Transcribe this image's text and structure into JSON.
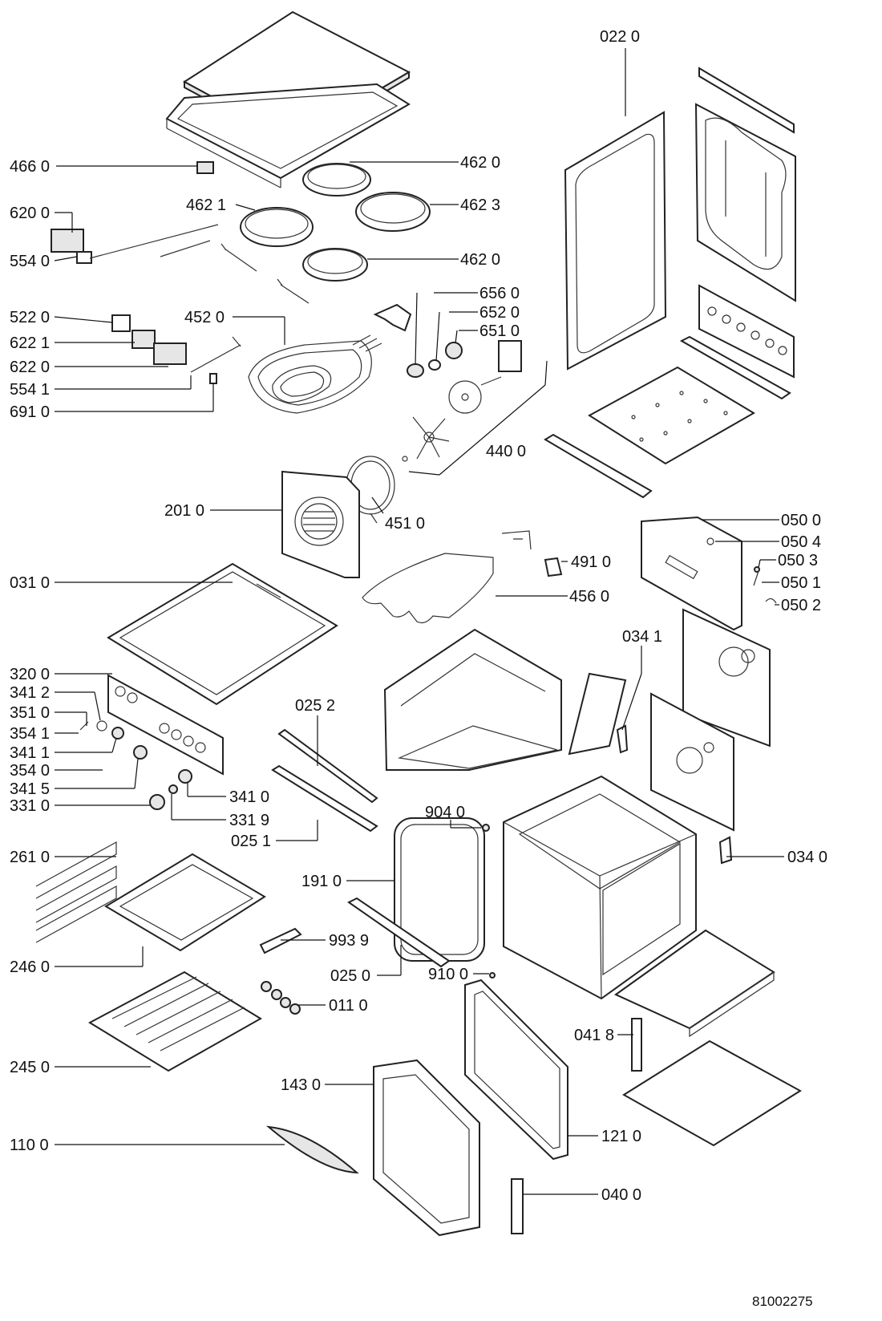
{
  "diagram_code": "81002275",
  "labels": {
    "l0220": "022 0",
    "l4660": "466 0",
    "l4620a": "462 0",
    "l4621": "462 1",
    "l4623": "462 3",
    "l6200": "620 0",
    "l5540": "554 0",
    "l4620b": "462 0",
    "l6560": "656 0",
    "l6520": "652 0",
    "l6510": "651 0",
    "l5220": "522 0",
    "l4520": "452 0",
    "l6221": "622 1",
    "l6220": "622 0",
    "l5541": "554 1",
    "l6910": "691 0",
    "l4400": "440 0",
    "l2010": "201 0",
    "l4510": "451 0",
    "l0500": "050 0",
    "l0504": "050 4",
    "l0503": "050 3",
    "l4910": "491 0",
    "l0310": "031 0",
    "l0501": "050 1",
    "l4560": "456 0",
    "l0502": "050 2",
    "l0341": "034 1",
    "l3200": "320 0",
    "l3412": "341 2",
    "l3510": "351 0",
    "l0252": "025 2",
    "l3541": "354 1",
    "l3411": "341 1",
    "l3540": "354 0",
    "l3415": "341 5",
    "l3410": "341 0",
    "l3310": "331 0",
    "l9040": "904 0",
    "l3319": "331 9",
    "l0251": "025 1",
    "l0340": "034 0",
    "l2610": "261 0",
    "l1910": "191 0",
    "l9939": "993 9",
    "l2460": "246 0",
    "l0250": "025 0",
    "l9100": "910 0",
    "l0110": "011 0",
    "l0418": "041 8",
    "l2450": "245 0",
    "l1430": "143 0",
    "l1210": "121 0",
    "l1100": "110 0",
    "l0400": "040 0"
  }
}
